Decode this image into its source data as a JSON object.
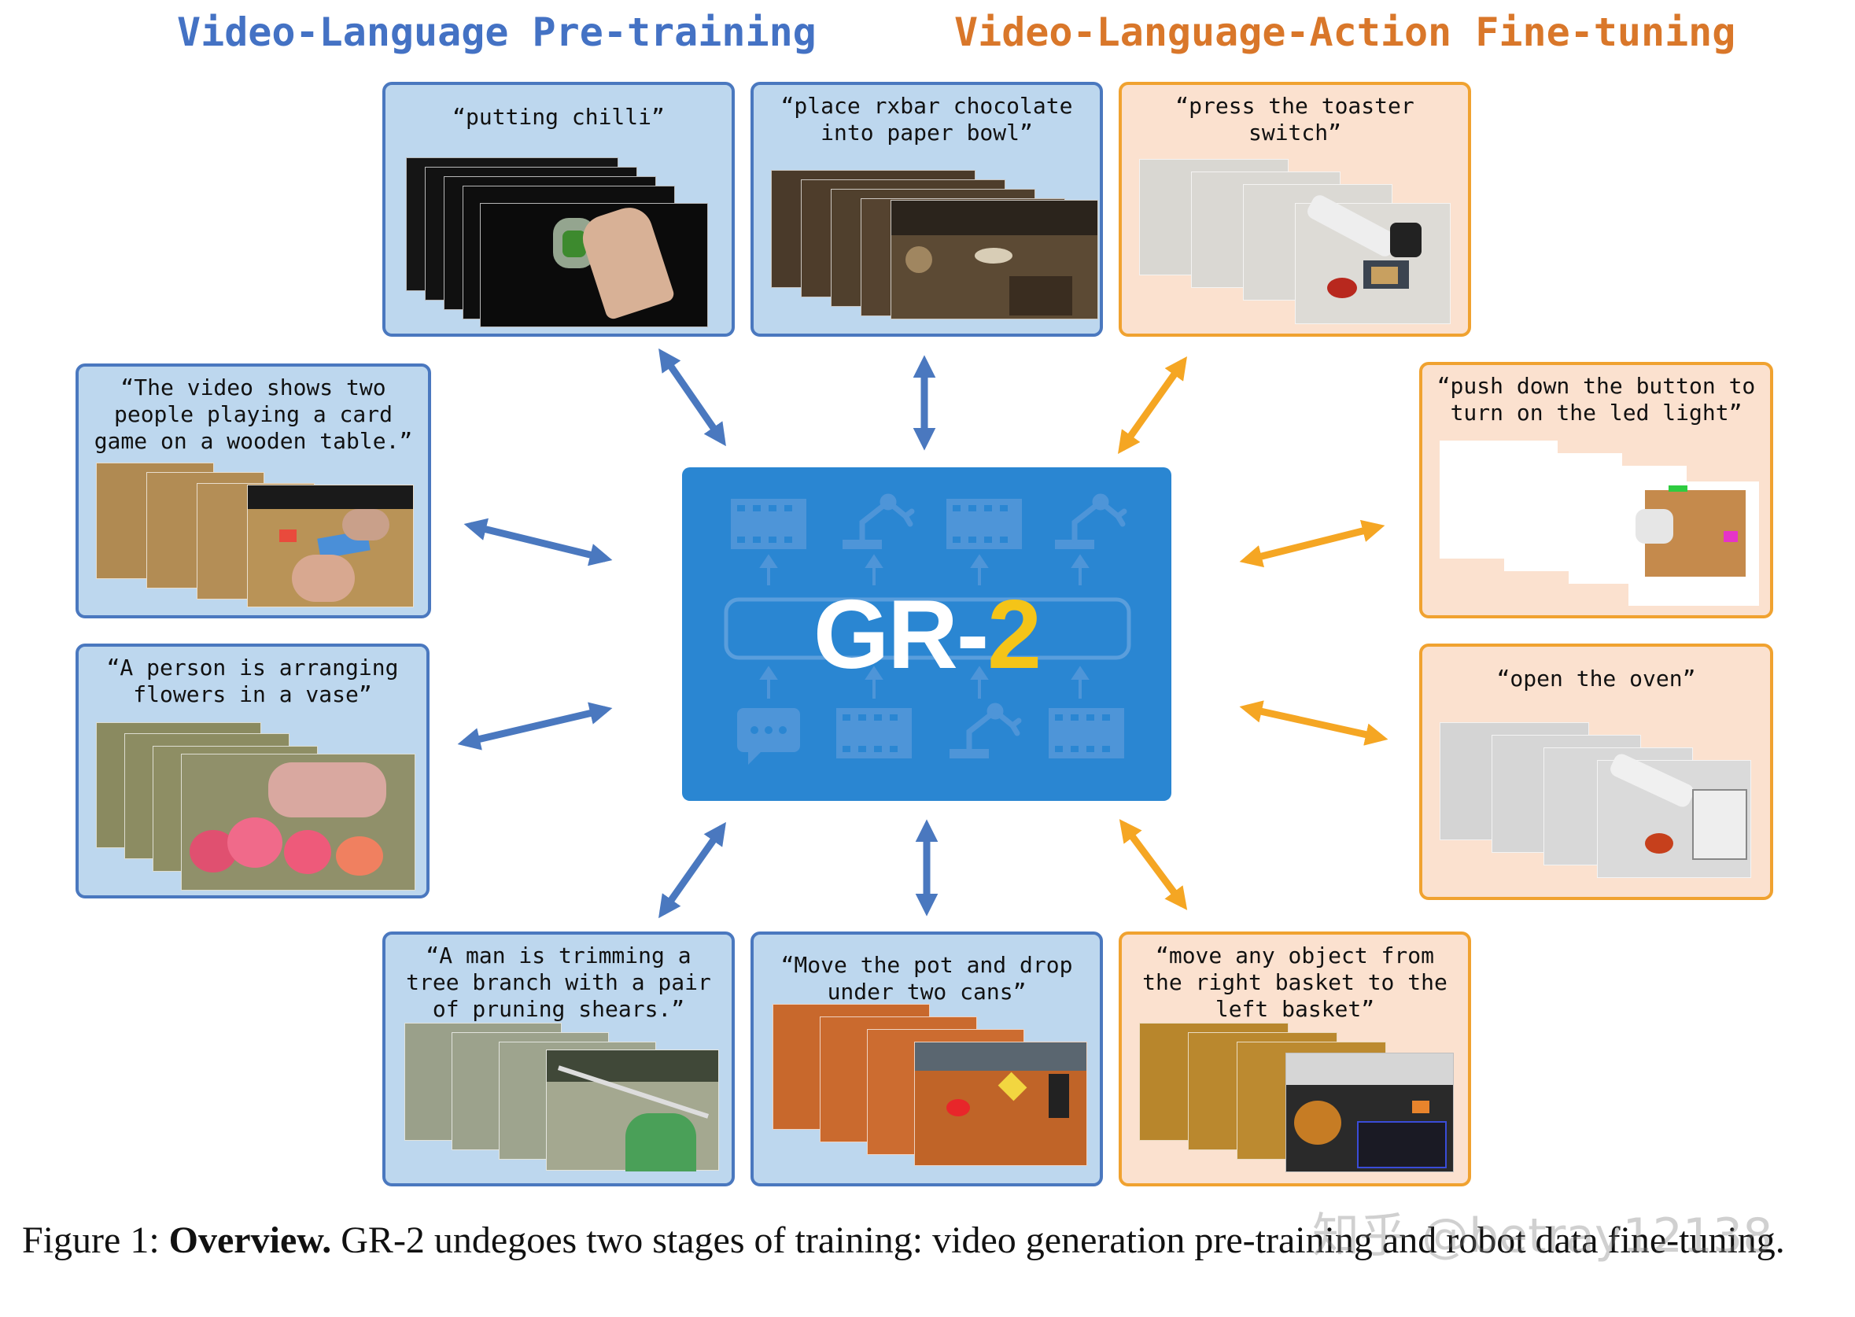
{
  "headers": {
    "pretraining": "Video-Language Pre-training",
    "finetuning": "Video-Language-Action Fine-tuning"
  },
  "center": {
    "title_main": "GR-",
    "title_accent": "2"
  },
  "panels": {
    "chilli": "“putting chilli”",
    "rxbar": "“place rxbar chocolate\ninto paper bowl”",
    "toaster": "“press the toaster\nswitch”",
    "cards": "“The video shows two\npeople playing a card\ngame on a wooden table.”",
    "flowers": "“A person is arranging\nflowers in a vase”",
    "led": "“push down the button to\nturn on the led light”",
    "oven": "“open the oven”",
    "shears": "“A man is trimming a\ntree branch with a pair\nof pruning shears.”",
    "pot": "“Move the pot and drop\nunder two cans”",
    "basket": "“move any object from\nthe right basket to the\nleft basket”"
  },
  "caption": {
    "label": "Figure 1: ",
    "bold": "Overview.",
    "text": " GR-2 undegoes two stages of training: video generation pre-training and robot data fine-tuning."
  },
  "watermark": "知乎 @betray12138",
  "colors": {
    "pre": "#4472c4",
    "ft": "#d9772a",
    "arrow_blue": "#4a78bf",
    "arrow_orange": "#f5a623",
    "center": "#2a86d2",
    "accent": "#f4c418"
  }
}
